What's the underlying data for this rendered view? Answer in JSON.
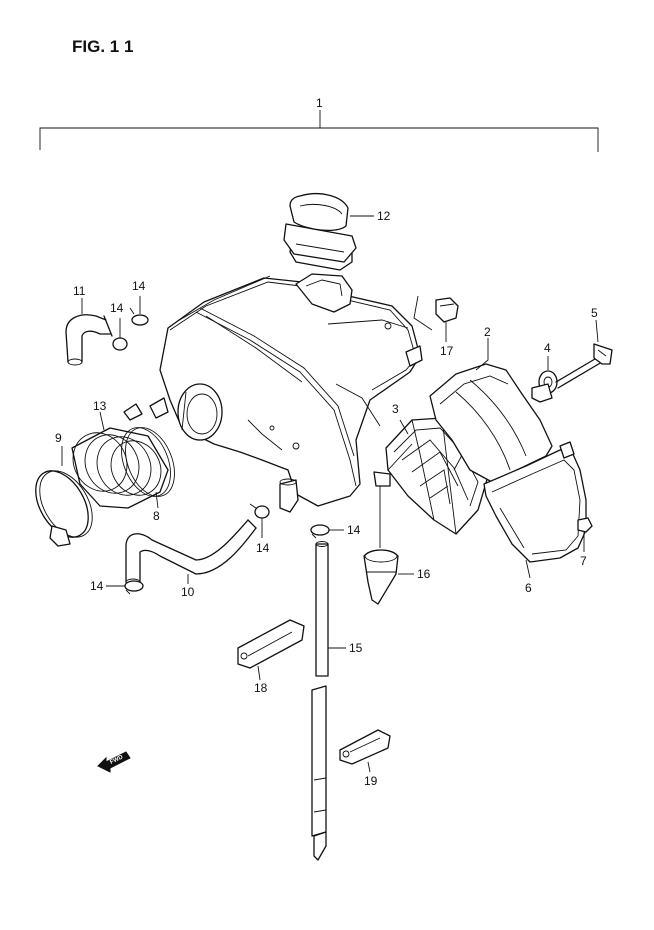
{
  "figure": {
    "title": "FIG. 1 1",
    "fwd_label": "FWD"
  },
  "callouts": {
    "c1": "1",
    "c2": "2",
    "c3": "3",
    "c4": "4",
    "c5": "5",
    "c6": "6",
    "c7": "7",
    "c8": "8",
    "c9": "9",
    "c10": "10",
    "c11": "11",
    "c12": "12",
    "c13": "13",
    "c14a": "14",
    "c14b": "14",
    "c14c": "14",
    "c14d": "14",
    "c14e": "14",
    "c15": "15",
    "c16": "16",
    "c17": "17",
    "c18": "18",
    "c19": "19"
  }
}
